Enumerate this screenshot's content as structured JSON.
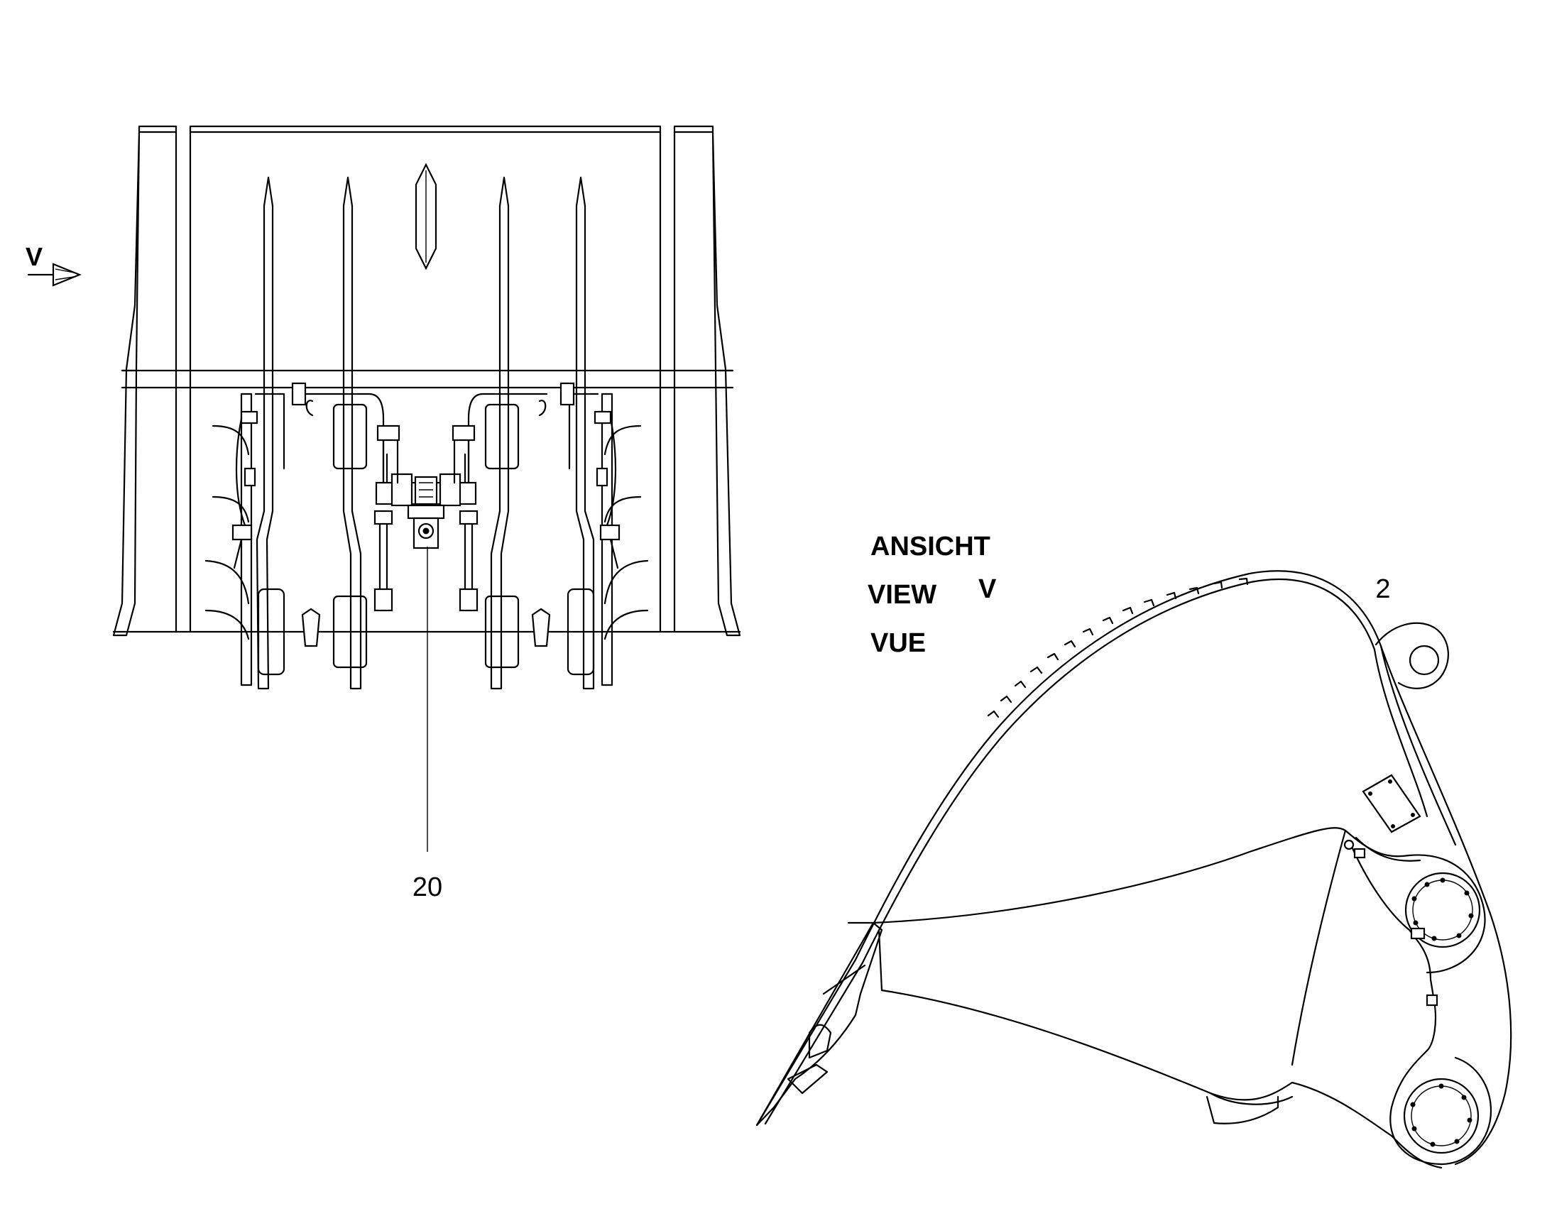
{
  "labels": {
    "view_arrow": "V",
    "view_title_de": "ANSICHT",
    "view_title_en": "VIEW",
    "view_title_fr": "VUE",
    "view_letter": "V",
    "callout_20": "20",
    "callout_2": "2"
  },
  "colors": {
    "line": "#000000",
    "background": "#ffffff"
  }
}
